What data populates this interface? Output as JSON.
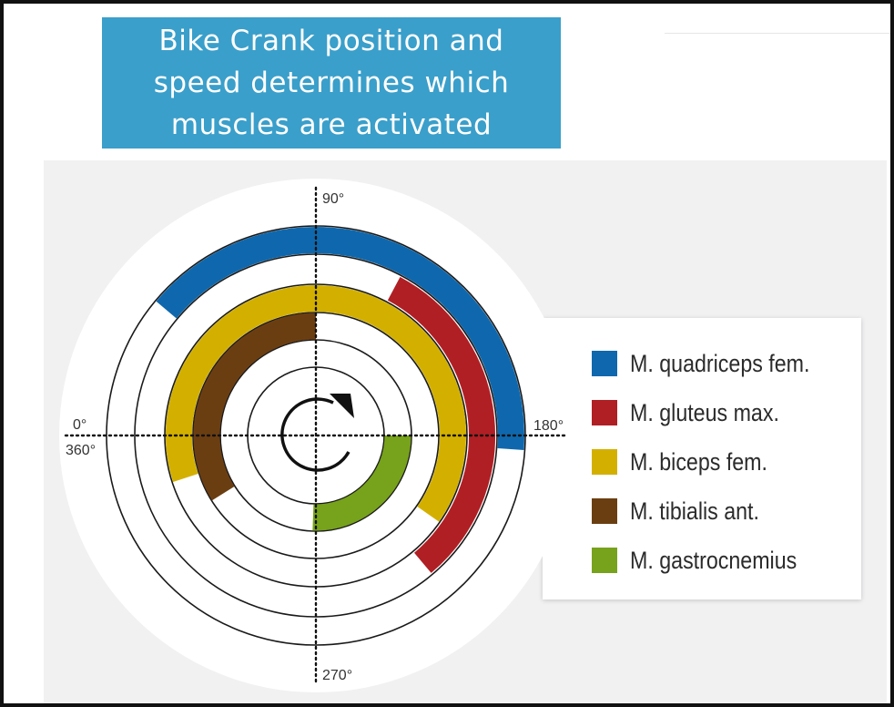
{
  "title": "Bike Crank position and speed determines which muscles are activated",
  "title_lines": [
    "Bike Crank position and",
    "speed determines which",
    "muscles are activated"
  ],
  "axis_labels": {
    "top": "90°",
    "right": "180°",
    "bottom": "270°",
    "left_line1": "0°",
    "left_line2": "360°"
  },
  "colors": {
    "title_bg": "#3a9fca",
    "quadriceps": "#0f68ad",
    "gluteus": "#b01f24",
    "biceps": "#d3b000",
    "tibialis": "#6b3e12",
    "gastrocnemius": "#77a21b"
  },
  "direction_icon": "clockwise-arrow-icon",
  "legend": [
    {
      "label": "M. quadriceps fem.",
      "color": "#0f68ad"
    },
    {
      "label": "M. gluteus max.",
      "color": "#b01f24"
    },
    {
      "label": "M. biceps fem.",
      "color": "#d3b000"
    },
    {
      "label": "M. tibialis ant.",
      "color": "#6b3e12"
    },
    {
      "label": "M. gastrocnemius",
      "color": "#77a21b"
    }
  ],
  "muscle_activation_arcs": [
    {
      "muscle": "M. quadriceps fem.",
      "ring": 1,
      "start_deg": 40,
      "end_deg": 184
    },
    {
      "muscle": "M. gluteus max.",
      "ring": 2,
      "start_deg": 118,
      "end_deg": 230
    },
    {
      "muscle": "M. biceps fem.",
      "ring": 3,
      "start_deg": 342,
      "end_deg": 215
    },
    {
      "muscle": "M. tibialis ant.",
      "ring": 4,
      "start_deg": 328,
      "end_deg": 90
    },
    {
      "muscle": "M. gastrocnemius",
      "ring": 5,
      "start_deg": 180,
      "end_deg": 272
    }
  ]
}
